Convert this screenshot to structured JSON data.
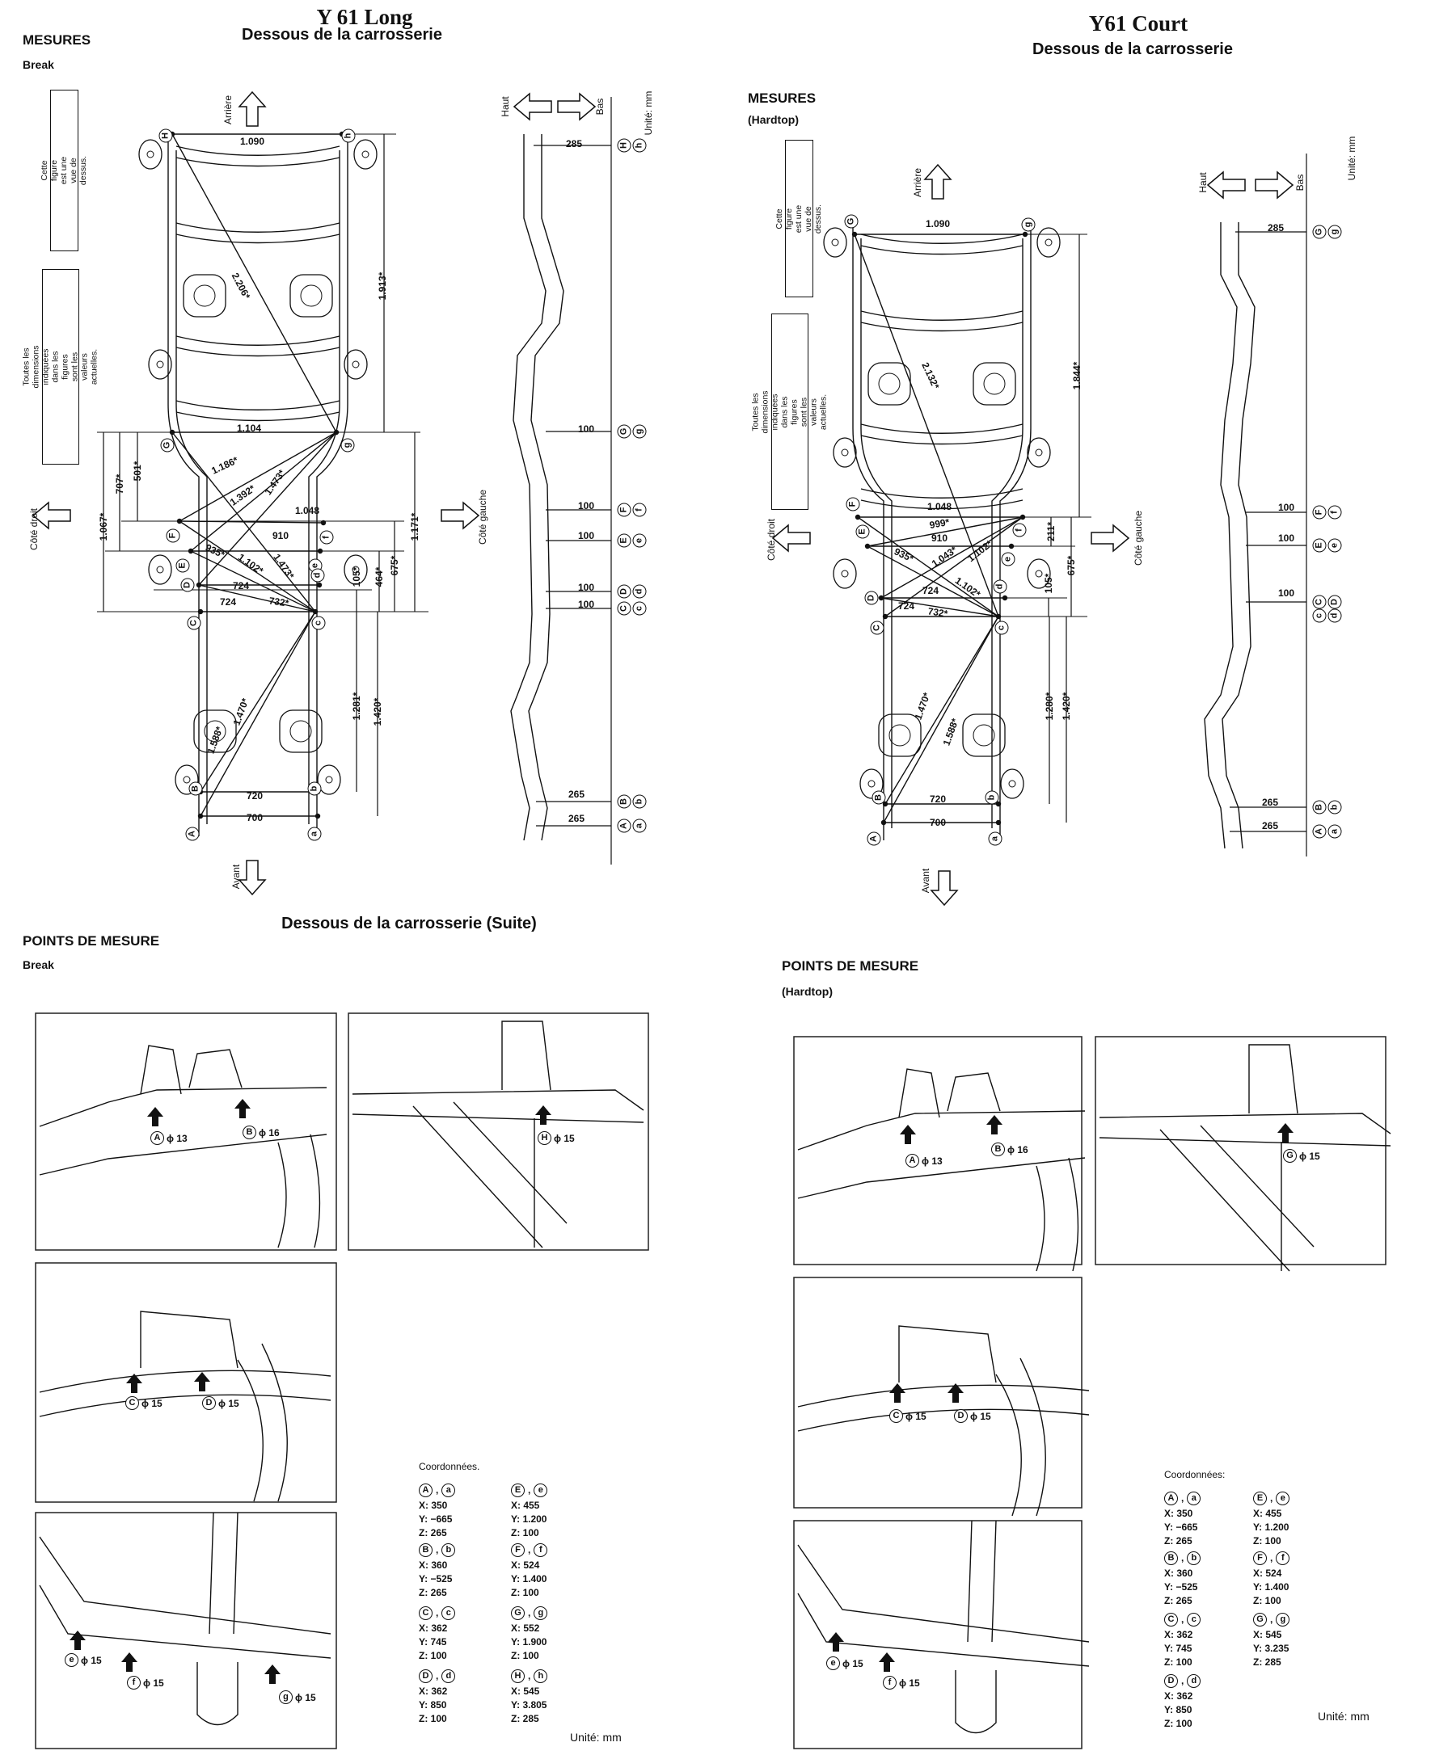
{
  "long": {
    "title": "Y 61   Long",
    "subtitle": "Dessous de la carrosserie",
    "section": "MESURES",
    "variant": "Break",
    "arrows": {
      "rear": "Arrière",
      "front": "Avant",
      "right": "Côté droit",
      "left": "Côté gauche",
      "up": "Haut",
      "down": "Bas"
    },
    "unit": "Unité: mm",
    "notes": [
      "Cette figure est une vue de dessus.",
      "Toutes les dimensions indiquées dans les figures sont les valeurs actuelles."
    ],
    "dims": [
      "1.090",
      "2.206*",
      "1.913*",
      "1.104",
      "1.186*",
      "1.392*",
      "1.473*",
      "1.048",
      "910",
      "935*",
      "1.102*",
      "1.473*",
      "724",
      "724",
      "732*",
      "501*",
      "707*",
      "1.067*",
      "1.171*",
      "675*",
      "464*",
      "105*",
      "1.281*",
      "1.420*",
      "1.470*",
      "1.588*",
      "720",
      "700"
    ],
    "side_dims": [
      "285",
      "100",
      "100",
      "100",
      "100",
      "100",
      "265",
      "265"
    ],
    "frame_points": [
      "H",
      "h",
      "G",
      "g",
      "F",
      "f",
      "E",
      "e",
      "D",
      "d",
      "C",
      "c",
      "B",
      "b",
      "A",
      "a"
    ],
    "side_points": [
      [
        "H",
        "h"
      ],
      [
        "G",
        "g"
      ],
      [
        "F",
        "f"
      ],
      [
        "E",
        "e"
      ],
      [
        "D",
        "d"
      ],
      [
        "C",
        "c"
      ],
      [
        "B",
        "b"
      ],
      [
        "A",
        "a"
      ]
    ]
  },
  "long_points": {
    "title": "Dessous de la carrosserie (Suite)",
    "section": "POINTS DE MESURE",
    "variant": "Break",
    "callouts": [
      {
        "pt": "A",
        "dia": "ϕ 13"
      },
      {
        "pt": "B",
        "dia": "ϕ 16"
      },
      {
        "pt": "H",
        "dia": "ϕ 15"
      },
      {
        "pt": "C",
        "dia": "ϕ 15"
      },
      {
        "pt": "D",
        "dia": "ϕ 15"
      },
      {
        "pt": "e",
        "dia": "ϕ 15"
      },
      {
        "pt": "f",
        "dia": "ϕ 15"
      },
      {
        "pt": "g",
        "dia": "ϕ 15"
      }
    ],
    "coords_title": "Coordonnées.",
    "coords": [
      {
        "p1": "A",
        "p2": "a",
        "x": "X:  350",
        "y": "Y:  −665",
        "z": "Z:  265"
      },
      {
        "p1": "B",
        "p2": "b",
        "x": "X:  360",
        "y": "Y:  −525",
        "z": "Z:  265"
      },
      {
        "p1": "C",
        "p2": "c",
        "x": "X:  362",
        "y": "Y:  745",
        "z": "Z:  100"
      },
      {
        "p1": "D",
        "p2": "d",
        "x": "X:  362",
        "y": "Y:  850",
        "z": "Z:  100"
      },
      {
        "p1": "E",
        "p2": "e",
        "x": "X:  455",
        "y": "Y:  1.200",
        "z": "Z:  100"
      },
      {
        "p1": "F",
        "p2": "f",
        "x": "X:  524",
        "y": "Y:  1.400",
        "z": "Z:  100"
      },
      {
        "p1": "G",
        "p2": "g",
        "x": "X:  552",
        "y": "Y:  1.900",
        "z": "Z:  100"
      },
      {
        "p1": "H",
        "p2": "h",
        "x": "X:  545",
        "y": "Y:  3.805",
        "z": "Z:  285"
      }
    ],
    "unit": "Unité: mm"
  },
  "short": {
    "title": "Y61   Court",
    "subtitle": "Dessous de la carrosserie",
    "section": "MESURES",
    "variant": "(Hardtop)",
    "arrows": {
      "rear": "Arrière",
      "front": "Avant",
      "right": "Côté droit",
      "left": "Côté gauche",
      "up": "Haut",
      "down": "Bas"
    },
    "unit": "Unité: mm",
    "notes": [
      "Cette figure est une vue de dessus.",
      "Toutes les dimensions indiquées dans les figures sont les valeurs actuelles."
    ],
    "dims": [
      "1.090",
      "2.132*",
      "1.844*",
      "1.048",
      "999*",
      "910",
      "935*",
      "1.043*",
      "1.102*",
      "1.102*",
      "724",
      "724",
      "732*",
      "211*",
      "675*",
      "105*",
      "1.470*",
      "1.588*",
      "1.280*",
      "1.420*",
      "720",
      "700"
    ],
    "side_dims": [
      "285",
      "100",
      "100",
      "100",
      "265",
      "265"
    ],
    "frame_points": [
      "G",
      "g",
      "F",
      "f",
      "E",
      "e",
      "D",
      "d",
      "C",
      "c",
      "B",
      "b",
      "A",
      "a"
    ],
    "side_points": [
      [
        "G",
        "g"
      ],
      [
        "F",
        "f"
      ],
      [
        "E",
        "e"
      ],
      [
        "C",
        "D"
      ],
      [
        "c",
        "d"
      ],
      [
        "B",
        "b"
      ],
      [
        "A",
        "a"
      ]
    ]
  },
  "short_points": {
    "section": "POINTS DE MESURE",
    "variant": "(Hardtop)",
    "callouts": [
      {
        "pt": "A",
        "dia": "ϕ 13"
      },
      {
        "pt": "B",
        "dia": "ϕ 16"
      },
      {
        "pt": "G",
        "dia": "ϕ 15"
      },
      {
        "pt": "C",
        "dia": "ϕ 15"
      },
      {
        "pt": "D",
        "dia": "ϕ 15"
      },
      {
        "pt": "e",
        "dia": "ϕ 15"
      },
      {
        "pt": "f",
        "dia": "ϕ 15"
      }
    ],
    "coords_title": "Coordonnées:",
    "coords": [
      {
        "p1": "A",
        "p2": "a",
        "x": "X:  350",
        "y": "Y:  −665",
        "z": "Z:  265"
      },
      {
        "p1": "B",
        "p2": "b",
        "x": "X:  360",
        "y": "Y:  −525",
        "z": "Z:  265"
      },
      {
        "p1": "C",
        "p2": "c",
        "x": "X:  362",
        "y": "Y:  745",
        "z": "Z:  100"
      },
      {
        "p1": "D",
        "p2": "d",
        "x": "X:  362",
        "y": "Y:  850",
        "z": "Z:  100"
      },
      {
        "p1": "E",
        "p2": "e",
        "x": "X:  455",
        "y": "Y:  1.200",
        "z": "Z:  100"
      },
      {
        "p1": "F",
        "p2": "f",
        "x": "X:  524",
        "y": "Y:  1.400",
        "z": "Z:  100"
      },
      {
        "p1": "G",
        "p2": "g",
        "x": "X:  545",
        "y": "Y:  3.235",
        "z": "Z:  285"
      }
    ],
    "unit": "Unité: mm"
  }
}
